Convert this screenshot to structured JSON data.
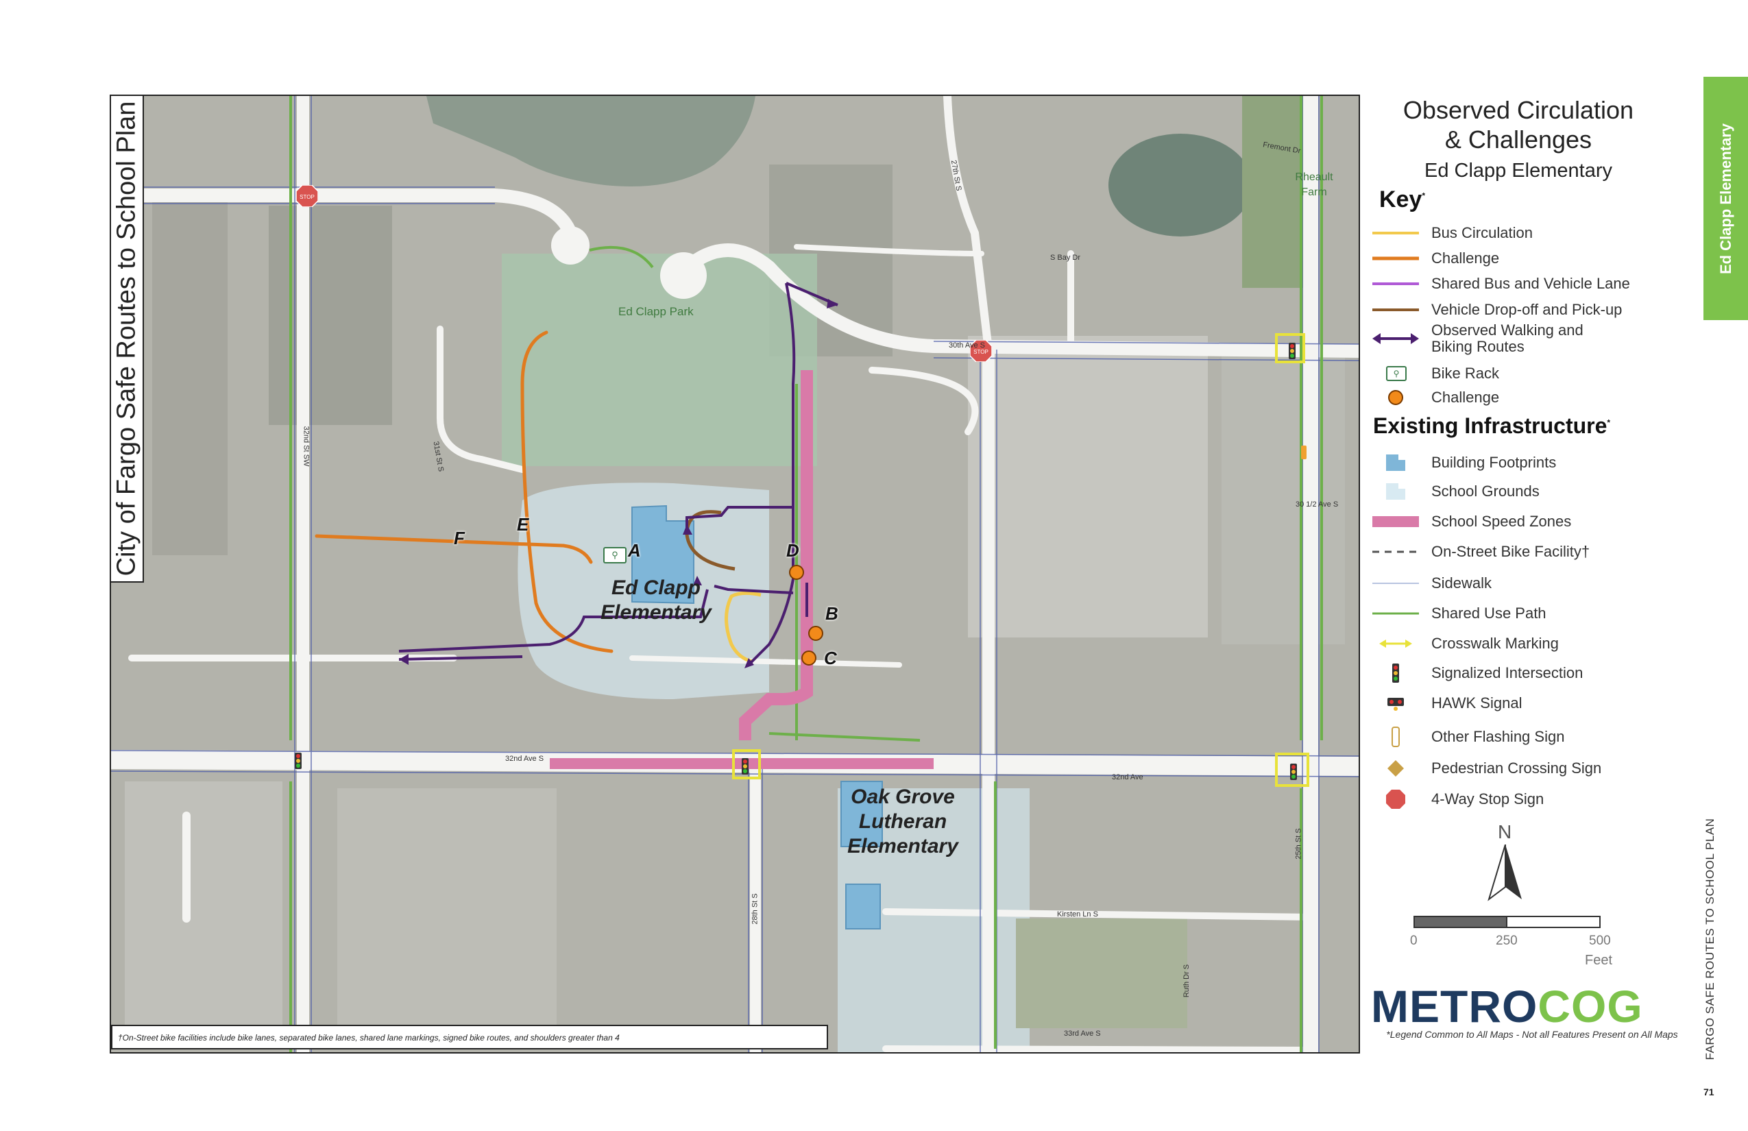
{
  "page": {
    "vertical_title": "City of Fargo Safe Routes to School Plan",
    "side_tab": "Ed Clapp Elementary",
    "side_footer": "FARGO SAFE ROUTES TO SCHOOL PLAN",
    "page_number": "71",
    "footnote": "†On-Street bike facilities include bike lanes, separated bike lanes, shared lane markings, signed bike routes, and shoulders greater than 4"
  },
  "legend": {
    "title_line1": "Observed Circulation",
    "title_line2": "& Challenges",
    "subtitle": "Ed Clapp Elementary",
    "key_heading": "Key",
    "key_items": [
      {
        "label": "Bus Circulation",
        "symbol": "line",
        "color": "#f2c94c"
      },
      {
        "label": "Challenge",
        "symbol": "line",
        "color": "#e07b1f"
      },
      {
        "label": "Shared Bus and Vehicle Lane",
        "symbol": "line",
        "color": "#b05ad6"
      },
      {
        "label": "Vehicle Drop-off and Pick-up",
        "symbol": "line",
        "color": "#8a5a2b"
      },
      {
        "label": "Observed Walking and Biking Routes",
        "symbol": "arrow",
        "color": "#4b1f6f"
      },
      {
        "label": "Bike Rack",
        "symbol": "bike-rack-icon",
        "color": "#3a7a4a"
      },
      {
        "label": "Challenge",
        "symbol": "dot",
        "color": "#f28a1a"
      }
    ],
    "infra_heading": "Existing Infrastructure",
    "infra_items": [
      {
        "label": "Building Footprints",
        "symbol": "building-icon",
        "color": "#7fb6d8"
      },
      {
        "label": "School Grounds",
        "symbol": "grounds-icon",
        "color": "#d8eaf2"
      },
      {
        "label": "School Speed Zones",
        "symbol": "bar",
        "color": "#d97aa8"
      },
      {
        "label": "On-Street Bike Facility†",
        "symbol": "dashed",
        "color": "#555555"
      },
      {
        "label": "Sidewalk",
        "symbol": "line",
        "color": "#b8c4e0"
      },
      {
        "label": "Shared Use Path",
        "symbol": "line",
        "color": "#6db04a"
      },
      {
        "label": "Crosswalk Marking",
        "symbol": "crosswalk-icon",
        "color": "#e8e23a"
      },
      {
        "label": "Signalized Intersection",
        "symbol": "traffic-signal-icon",
        "color": "#333333"
      },
      {
        "label": "HAWK Signal",
        "symbol": "hawk-signal-icon",
        "color": "#333333"
      },
      {
        "label": "Other Flashing Sign",
        "symbol": "flashing-sign-icon",
        "color": "#f0d070"
      },
      {
        "label": "Pedestrian Crossing Sign",
        "symbol": "ped-sign-icon",
        "color": "#c9a046"
      },
      {
        "label": "4-Way Stop Sign",
        "symbol": "stop-sign-icon",
        "color": "#d9534f"
      }
    ],
    "north": "N",
    "scale_ticks": [
      "0",
      "250",
      "500"
    ],
    "scale_unit": "Feet",
    "logo_part1": "METRO",
    "logo_part2": "COG",
    "logo_note": "*Legend Common to All Maps - Not all Features Present on All Maps"
  },
  "map": {
    "park_label": "Ed Clapp Park",
    "school_label": "Ed Clapp Elementary",
    "school2_label": "Oak Grove Lutheran Elementary",
    "farm_label": "Rheault Farm",
    "challenge_letters": [
      "A",
      "B",
      "C",
      "D",
      "E",
      "F"
    ],
    "stop_text": "STOP",
    "streets": {
      "fremont": "Fremont Dr",
      "s27th": "27th St S",
      "sbay": "S Bay Dr",
      "ave30": "30th Ave S",
      "s31st": "31st St S",
      "s32nd": "32nd St SW",
      "ave30half": "30 1/2 Ave S",
      "ave32a": "32nd Ave S",
      "ave32b": "32nd Ave",
      "s25th": "25th St S",
      "s28th": "28th St S",
      "kirsten": "Kirsten Ln S",
      "ruth": "Ruth Dr S",
      "ave33": "33rd Ave S"
    }
  }
}
